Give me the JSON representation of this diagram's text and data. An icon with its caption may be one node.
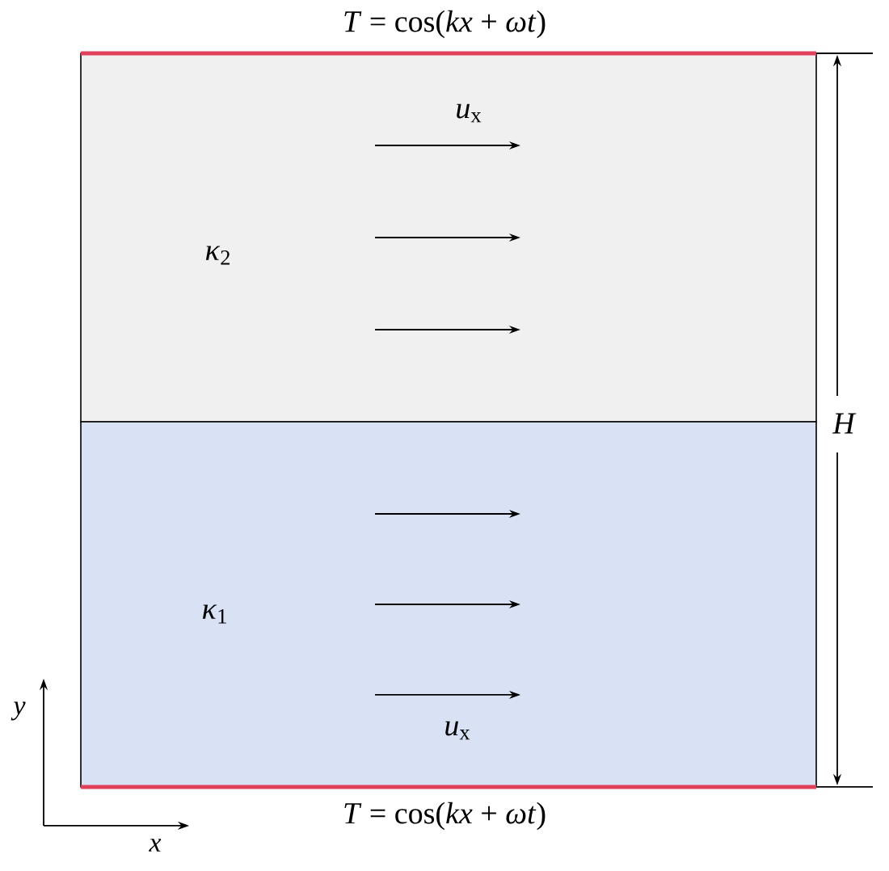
{
  "diagram": {
    "nodes": [
      {
        "text": [
          "*κ*$_{2}$"
        ]
      },
      {
        "text": [
          "*κ*$_{1}$"
        ]
      }
    ],
    "labels": [
      "*T* = cos(*kx* + *ωt*)",
      "*u*$_{x}$",
      "H",
      "*u*$_{x}$",
      "y",
      "*T* = cos(*kx* + *ωt*)",
      "x"
    ]
  }
}
